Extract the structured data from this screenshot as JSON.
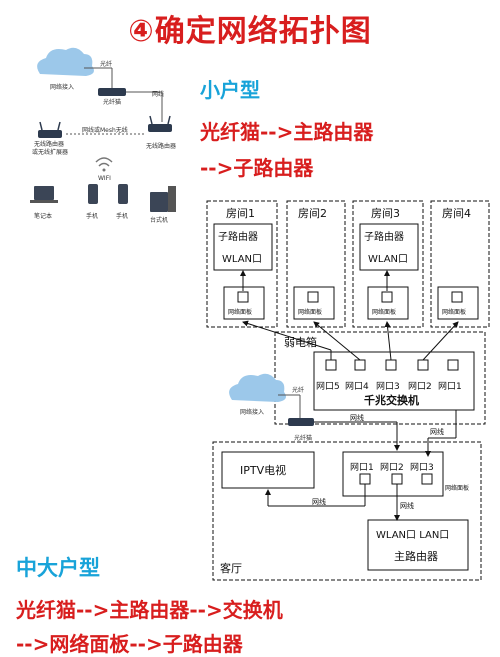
{
  "title": "④确定网络拓扑图",
  "small_apartment": {
    "heading": "小户型",
    "line1": "光纤猫-->主路由器",
    "line2": "-->子路由器"
  },
  "small_diagram": {
    "cloud": "网络接入",
    "fiber": "光纤",
    "modem": "光纤猫",
    "cable": "网线",
    "mesh": "网线或Mesh无线",
    "sub_router_line1": "无线路由器",
    "sub_router_line2": "或无线扩展器",
    "main_router": "无线路由器",
    "wifi": "WIFI",
    "devices": [
      "笔记本",
      "手机",
      "手机",
      "台式机"
    ]
  },
  "rooms": [
    {
      "label": "房间1",
      "router": "子路由器",
      "wlan": "WLAN口",
      "panel": "网络面板"
    },
    {
      "label": "房间2",
      "panel": "网络面板"
    },
    {
      "label": "房间3",
      "router": "子路由器",
      "wlan": "WLAN口",
      "panel": "网络面板"
    },
    {
      "label": "房间4",
      "panel": "网络面板"
    }
  ],
  "weak_box": {
    "label": "弱电箱",
    "switch": "千兆交换机",
    "ports": [
      "网口5",
      "网口4",
      "网口3",
      "网口2",
      "网口1"
    ]
  },
  "lower": {
    "cloud": "网络接入",
    "fiber": "光纤",
    "modem": "光纤猫",
    "cable": "网线",
    "iptv": "IPTV电视",
    "panel_ports": [
      "网口1",
      "网口2",
      "网口3"
    ],
    "panel": "网络面板",
    "router_ports": "WLAN口  LAN口",
    "router": "主路由器",
    "living": "客厅"
  },
  "mid_apartment": {
    "heading": "中大户型",
    "line1": "光纤猫-->主路由器-->交换机",
    "line2": "-->网络面板-->子路由器"
  },
  "colors": {
    "red": "#d81e1e",
    "blue": "#18a3d9"
  }
}
